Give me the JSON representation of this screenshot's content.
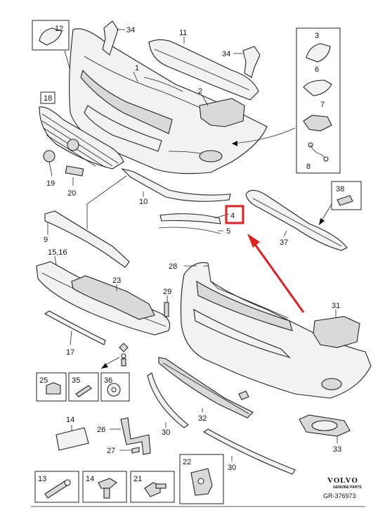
{
  "parts": {
    "p1": "1",
    "p2": "2",
    "p3": "3",
    "p4": "4",
    "p5": "5",
    "p6": "6",
    "p7": "7",
    "p8": "8",
    "p9": "9",
    "p10": "10",
    "p11": "11",
    "p12": "12",
    "p13": "13",
    "p14a": "14",
    "p14b": "14",
    "p15": "15,16",
    "p17": "17",
    "p18": "18",
    "p19": "19",
    "p20": "20",
    "p21": "21",
    "p22": "22",
    "p23": "23",
    "p25": "25",
    "p26": "26",
    "p27": "27",
    "p28": "28",
    "p29": "29",
    "p30a": "30",
    "p30b": "30",
    "p31": "31",
    "p32": "32",
    "p33": "33",
    "p34a": "34",
    "p34b": "34",
    "p35": "35",
    "p36": "36",
    "p37": "37",
    "p38": "38"
  },
  "branding": {
    "logo": "VOLVO",
    "sub": "GENUINE PARTS",
    "code": "GR-376973"
  },
  "highlight": {
    "label": "4",
    "color": "#e02020"
  }
}
